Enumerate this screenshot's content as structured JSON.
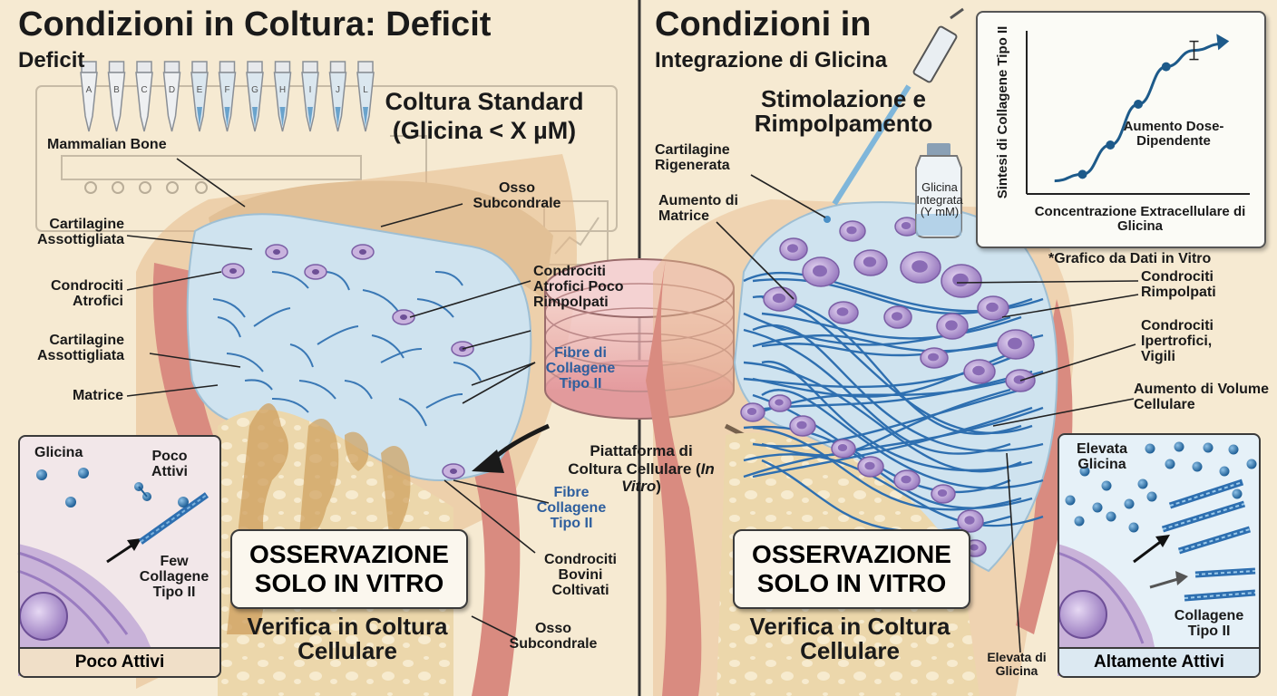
{
  "left": {
    "title": "Condizioni in Coltura: Deficit",
    "subtitle": "Deficit",
    "culture_heading_1": "Coltura Standard",
    "culture_heading_2": "(Glicina < X µM)",
    "tube_letters": [
      "A",
      "B",
      "C",
      "D",
      "E",
      "F",
      "G",
      "H",
      "I",
      "J",
      "L"
    ],
    "labels": {
      "mammalian_bone": "Mammalian Bone",
      "osso_subcondrale_top": "Osso Subcondrale",
      "cartilagine_assottigliata_1": "Cartilagine Assottigliata",
      "condrociti_atrofici": "Condrociti Atrofici",
      "cartilagine_assottigliata_2": "Cartilagine Assottigliata",
      "matrice": "Matrice",
      "condrociti_atrofici_poco": "Condrociti Atrofici Poco Rimpolpati",
      "fibre_collagene_1": "Fibre di Collagene Tipo II",
      "fibre_collagene_2": "Fibre Collagene Tipo II",
      "condrociti_bovini": "Condrociti Bovini Coltivati",
      "osso_subcondrale_bottom": "Osso Subcondrale"
    },
    "observation_box": "OSSERVAZIONE SOLO IN VITRO",
    "verify_text": "Verifica in Coltura Cellulare",
    "inset": {
      "glicina": "Glicina",
      "poco_attivi_label": "Poco Attivi",
      "few_collagene": "Few Collagene Tipo II",
      "footer": "Poco Attivi"
    }
  },
  "center": {
    "platform_label_1": "Piattaforma di",
    "platform_label_2": "Coltura Cellulare (",
    "platform_label_italic": "In Vitro",
    "platform_label_3": ")"
  },
  "right": {
    "title": "Condizioni in",
    "subtitle": "Integrazione di Glicina",
    "stim_heading": "Stimolazione e Rimpolpamento",
    "vial_label": "Glicina Integrata (Y mM)",
    "labels": {
      "cartilagine_rigenerata": "Cartilagine Rigenerata",
      "aumento_matrice": "Aumento di Matrice",
      "grafico_note": "*Grafico da Dati in Vitro",
      "condrociti_rimpolpati": "Condrociti Rimpolpati",
      "condrociti_ipertrofici": "Condrociti Ipertrofici, Vigili",
      "aumento_volume": "Aumento di Volume Cellulare",
      "elevata_glicina_bottom": "Elevata di Glicina"
    },
    "observation_box": "OSSERVAZIONE SOLO IN VITRO",
    "verify_text": "Verifica in Coltura Cellulare",
    "inset": {
      "elevata_glicina": "Elevata Glicina",
      "collagene": "Collagene Tipo II",
      "footer": "Altamente Attivi"
    }
  },
  "chart_data": {
    "type": "line",
    "ylabel": "Sintesi di Collagene Tipo II",
    "xlabel": "Concentrazione Extracellulare di Glicina",
    "annotation": "Aumento Dose-Dipendente",
    "x": [
      1,
      2,
      3,
      4,
      5,
      6,
      7
    ],
    "y": [
      0.08,
      0.12,
      0.3,
      0.55,
      0.78,
      0.88,
      0.92
    ],
    "markers": [
      2,
      3,
      4,
      5
    ],
    "error_bar_at": 6,
    "xlim": [
      0,
      8
    ],
    "ylim": [
      0,
      1
    ],
    "grid": false,
    "colors": {
      "line": "#1d5a8a",
      "marker": "#1d5a8a"
    }
  },
  "colors": {
    "background": "#f6ead2",
    "cartilage": "#cfe3ef",
    "cell": "#b79bd4",
    "fiber": "#2e6fb0",
    "bone": "#e6cfa5",
    "muscle": "#d98b80"
  }
}
